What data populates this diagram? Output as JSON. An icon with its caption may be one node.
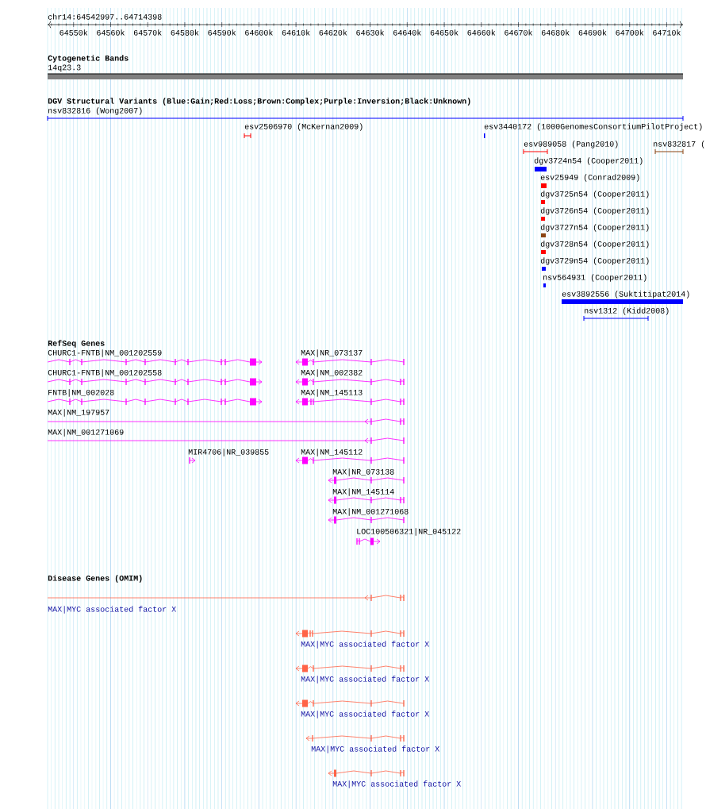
{
  "diagram": {
    "labels": [
      "chr14:64542997..64714398",
      "64550k",
      "64560k",
      "64570k",
      "64580k",
      "64590k",
      "64600k",
      "64610k",
      "64620k",
      "64630k",
      "64640k",
      "64650k",
      "64660k",
      "64670k",
      "64680k",
      "64690k",
      "64700k",
      "64710k",
      "Cytogenetic Bands",
      "14q23.3",
      "DGV Structural Variants (Blue:Gain;Red:Loss;Brown:Complex;Purple:Inversion;Black:Unknown)",
      "nsv832816 (Wong2007)",
      "esv2506970 (McKernan2009)",
      "esv3440172 (1000GenomesConsortiumPilotProject)",
      "esv989058 (Pang2010)",
      "nsv832817 (",
      "dgv3724n54 (Cooper2011)",
      "esv25949 (Conrad2009)",
      "dgv3725n54 (Cooper2011)",
      "dgv3726n54 (Cooper2011)",
      "dgv3727n54 (Cooper2011)",
      "dgv3728n54 (Cooper2011)",
      "dgv3729n54 (Cooper2011)",
      "nsv564931 (Cooper2011)",
      "esv3892556 (Suktitipat2014)",
      "nsv1312 (Kidd2008)",
      "RefSeq Genes",
      "CHURC1-FNTB|NM_001202559",
      "MAX|NR_073137",
      "CHURC1-FNTB|NM_001202558",
      "MAX|NM_002382",
      "FNTB|NM_002028",
      "MAX|NM_145113",
      "MAX|NM_197957",
      "MAX|NM_001271069",
      "MIR4706|NR_039855",
      "MAX|NM_145112",
      "MAX|NR_073138",
      "MAX|NM_145114",
      "MAX|NM_001271068",
      "LOC100506321|NR_045122",
      "Disease Genes (OMIM)",
      "MAX|MYC associated factor X",
      "MAX|MYC associated factor X",
      "MAX|MYC associated factor X",
      "MAX|MYC associated factor X",
      "MAX|MYC associated factor X",
      "MAX|MYC associated factor X"
    ]
  }
}
